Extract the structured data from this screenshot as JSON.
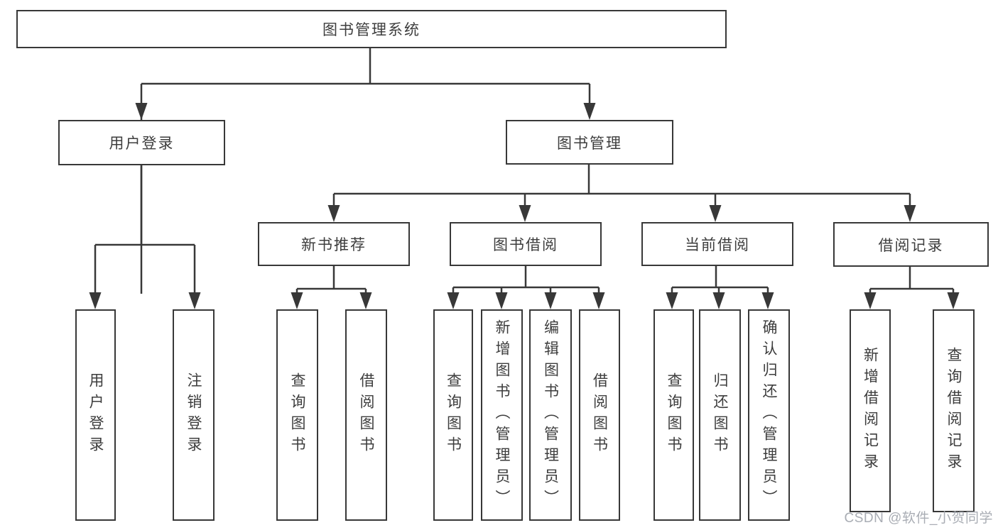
{
  "tree": {
    "root": "图书管理系统",
    "children": [
      {
        "label": "用户登录",
        "children": [
          "用户登录",
          "注销登录"
        ]
      },
      {
        "label": "图书管理",
        "children": [
          {
            "label": "新书推荐",
            "children": [
              "查询图书",
              "借阅图书"
            ]
          },
          {
            "label": "图书借阅",
            "children": [
              "查询图书",
              "新增图书（管理员）",
              "编辑图书（管理员）",
              "借阅图书"
            ]
          },
          {
            "label": "当前借阅",
            "children": [
              "查询图书",
              "归还图书",
              "确认归还（管理员）"
            ]
          },
          {
            "label": "借阅记录",
            "children": [
              "新增借阅记录",
              "查询借阅记录"
            ]
          }
        ]
      }
    ]
  },
  "watermark": {
    "text": "CSDN @软件_小贺同学"
  },
  "colors": {
    "line": "#383838",
    "text": "#3d3d3d",
    "watermark": "#a9adb4",
    "background": "#ffffff"
  }
}
